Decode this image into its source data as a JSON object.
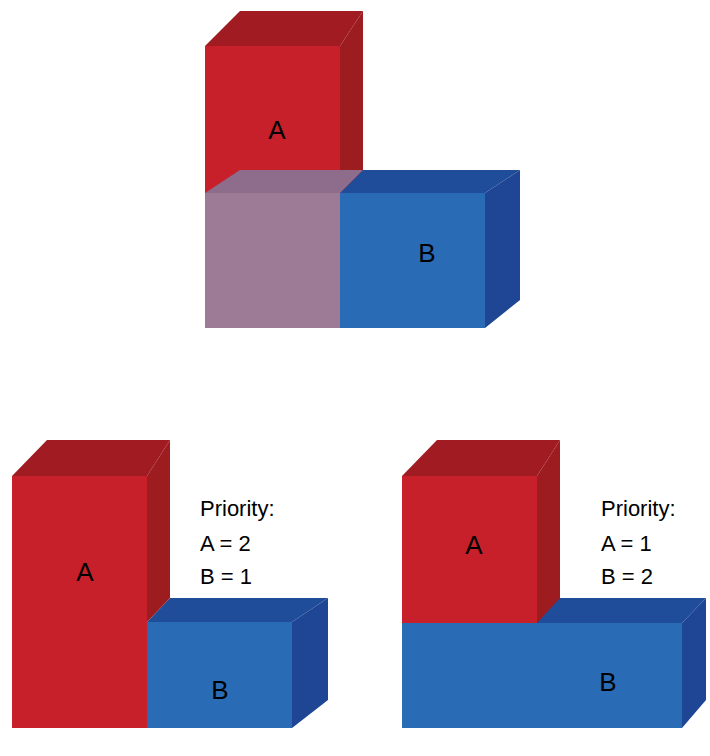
{
  "diagram": {
    "nodes": [
      {
        "text": [
          "A"
        ]
      },
      {
        "text": [
          "B"
        ]
      },
      {
        "text": [
          "A"
        ]
      },
      {
        "text": [
          "B"
        ]
      },
      {
        "text": [
          "A"
        ]
      },
      {
        "text": [
          "B"
        ]
      }
    ],
    "labels": [
      "Priority:",
      "A = 2",
      "B = 1",
      "Priority:",
      "A = 1",
      "B = 2"
    ]
  }
}
